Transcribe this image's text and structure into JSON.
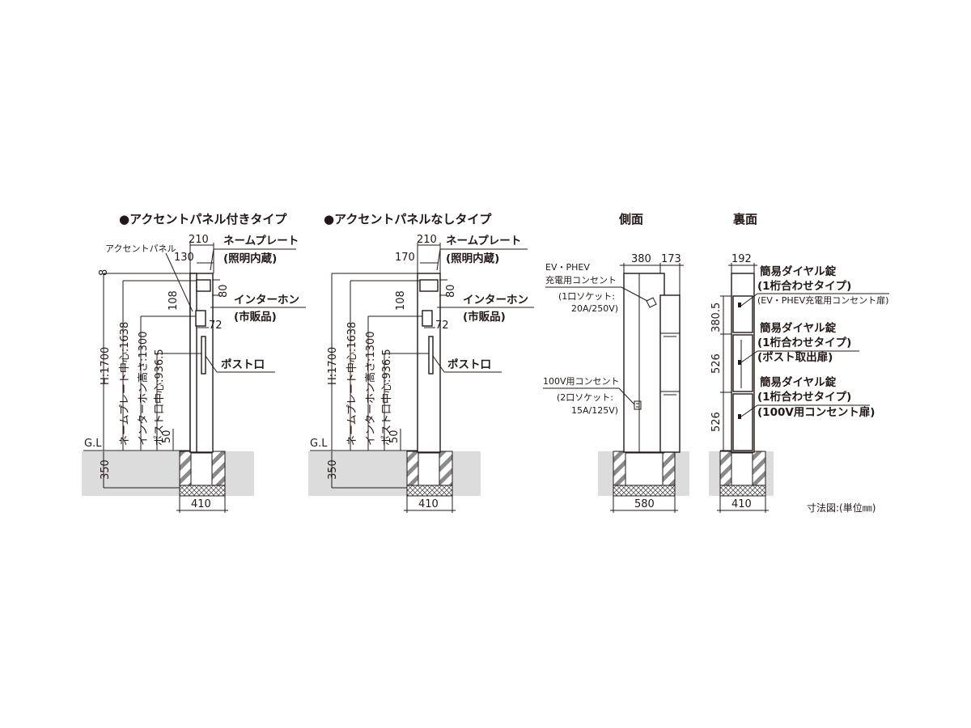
{
  "views": {
    "accent": {
      "title": "●アクセントパネル付きタイプ",
      "accent_panel_label": "アクセントパネル",
      "nameplate_label": "ネームプレート",
      "nameplate_note": "(照明内蔵)",
      "intercom_label": "インターホン",
      "intercom_note": "(市販品)",
      "post_label": "ポスト口",
      "gl_label": "G.L",
      "dims": {
        "top_width": "210",
        "panel_width": "130",
        "top_gap": "8",
        "nameplate_h": "80",
        "intercom_v": "108",
        "intercom_w": "72",
        "height": "H:1700",
        "nameplate_center": "ネームプレート中心:1638",
        "intercom_height": "インターホン高さ:1300",
        "post_center": "ポスト口中心:936.5",
        "base_50": "50",
        "depth": "350",
        "base_width": "410"
      }
    },
    "plain": {
      "title": "●アクセントパネルなしタイプ",
      "nameplate_label": "ネームプレート",
      "nameplate_note": "(照明内蔵)",
      "intercom_label": "インターホン",
      "intercom_note": "(市販品)",
      "post_label": "ポスト口",
      "gl_label": "G.L",
      "dims": {
        "top_width": "210",
        "panel_width": "170",
        "nameplate_h": "80",
        "intercom_v": "108",
        "intercom_w": "72",
        "height": "H:1700",
        "nameplate_center": "ネームプレート中心:1638",
        "intercom_height": "インターホン高さ:1300",
        "post_center": "ポスト口中心:936.5",
        "base_50": "50",
        "depth": "350",
        "base_width": "410"
      }
    },
    "side": {
      "title": "側面",
      "ev_label_1": "EV・PHEV",
      "ev_label_2": "充電用コンセント",
      "ev_socket": "(1口ソケット:",
      "ev_rating": "20A/250V)",
      "v100_label": "100V用コンセント",
      "v100_socket": "(2口ソケット:",
      "v100_rating": "15A/125V)",
      "dims": {
        "depth_a": "380",
        "depth_b": "173",
        "base_width": "580"
      }
    },
    "back": {
      "title": "裏面",
      "lock1_1": "簡易ダイヤル錠",
      "lock1_2": "(1桁合わせタイプ)",
      "lock1_3": "(EV・PHEV充電用コンセント扉)",
      "lock2_1": "簡易ダイヤル錠",
      "lock2_2": "(1桁合わせタイプ)",
      "lock2_3": "(ポスト取出扉)",
      "lock3_1": "簡易ダイヤル錠",
      "lock3_2": "(1桁合わせタイプ)",
      "lock3_3": "(100V用コンセント扉)",
      "dims": {
        "width": "192",
        "h1": "380.5",
        "h2": "526",
        "h3": "526",
        "base_width": "410"
      }
    }
  },
  "footnote": "寸法図:(単位㎜)"
}
